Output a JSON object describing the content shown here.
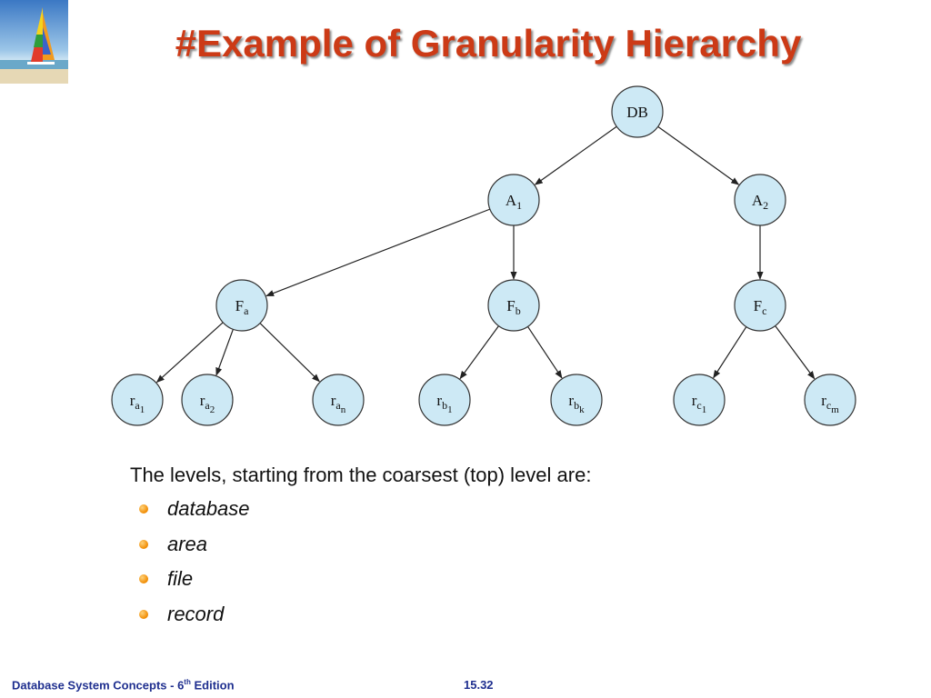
{
  "slide": {
    "title": "#Example of Granularity Hierarchy",
    "intro": "The levels, starting from the coarsest (top) level are:",
    "bullets": [
      "database",
      "area",
      "file",
      "record"
    ],
    "footer": {
      "book_prefix": "Database System Concepts - 6",
      "book_sup": "th",
      "book_suffix": " Edition",
      "page": "15.32"
    }
  },
  "diagram": {
    "nodes": [
      {
        "id": "DB",
        "base": "DB",
        "sub": "",
        "subsub": ""
      },
      {
        "id": "A1",
        "base": "A",
        "sub": "1",
        "subsub": ""
      },
      {
        "id": "A2",
        "base": "A",
        "sub": "2",
        "subsub": ""
      },
      {
        "id": "Fa",
        "base": "F",
        "sub": "a",
        "subsub": ""
      },
      {
        "id": "Fb",
        "base": "F",
        "sub": "b",
        "subsub": ""
      },
      {
        "id": "Fc",
        "base": "F",
        "sub": "c",
        "subsub": ""
      },
      {
        "id": "ra1",
        "base": "r",
        "sub": "a",
        "subsub": "1"
      },
      {
        "id": "ra2",
        "base": "r",
        "sub": "a",
        "subsub": "2"
      },
      {
        "id": "ran",
        "base": "r",
        "sub": "a",
        "subsub": "n"
      },
      {
        "id": "rb1",
        "base": "r",
        "sub": "b",
        "subsub": "1"
      },
      {
        "id": "rbk",
        "base": "r",
        "sub": "b",
        "subsub": "k"
      },
      {
        "id": "rc1",
        "base": "r",
        "sub": "c",
        "subsub": "1"
      },
      {
        "id": "rcm",
        "base": "r",
        "sub": "c",
        "subsub": "m"
      }
    ],
    "edges": [
      [
        "DB",
        "A1"
      ],
      [
        "DB",
        "A2"
      ],
      [
        "A1",
        "Fa"
      ],
      [
        "A1",
        "Fb"
      ],
      [
        "A2",
        "Fc"
      ],
      [
        "Fa",
        "ra1"
      ],
      [
        "Fa",
        "ra2"
      ],
      [
        "Fa",
        "ran"
      ],
      [
        "Fb",
        "rb1"
      ],
      [
        "Fb",
        "rbk"
      ],
      [
        "Fc",
        "rc1"
      ],
      [
        "Fc",
        "rcm"
      ]
    ]
  },
  "colors": {
    "title": "#cc3a16",
    "node_fill": "#cde9f5",
    "bullet": "#f08a00",
    "footer": "#1f2f8f"
  }
}
